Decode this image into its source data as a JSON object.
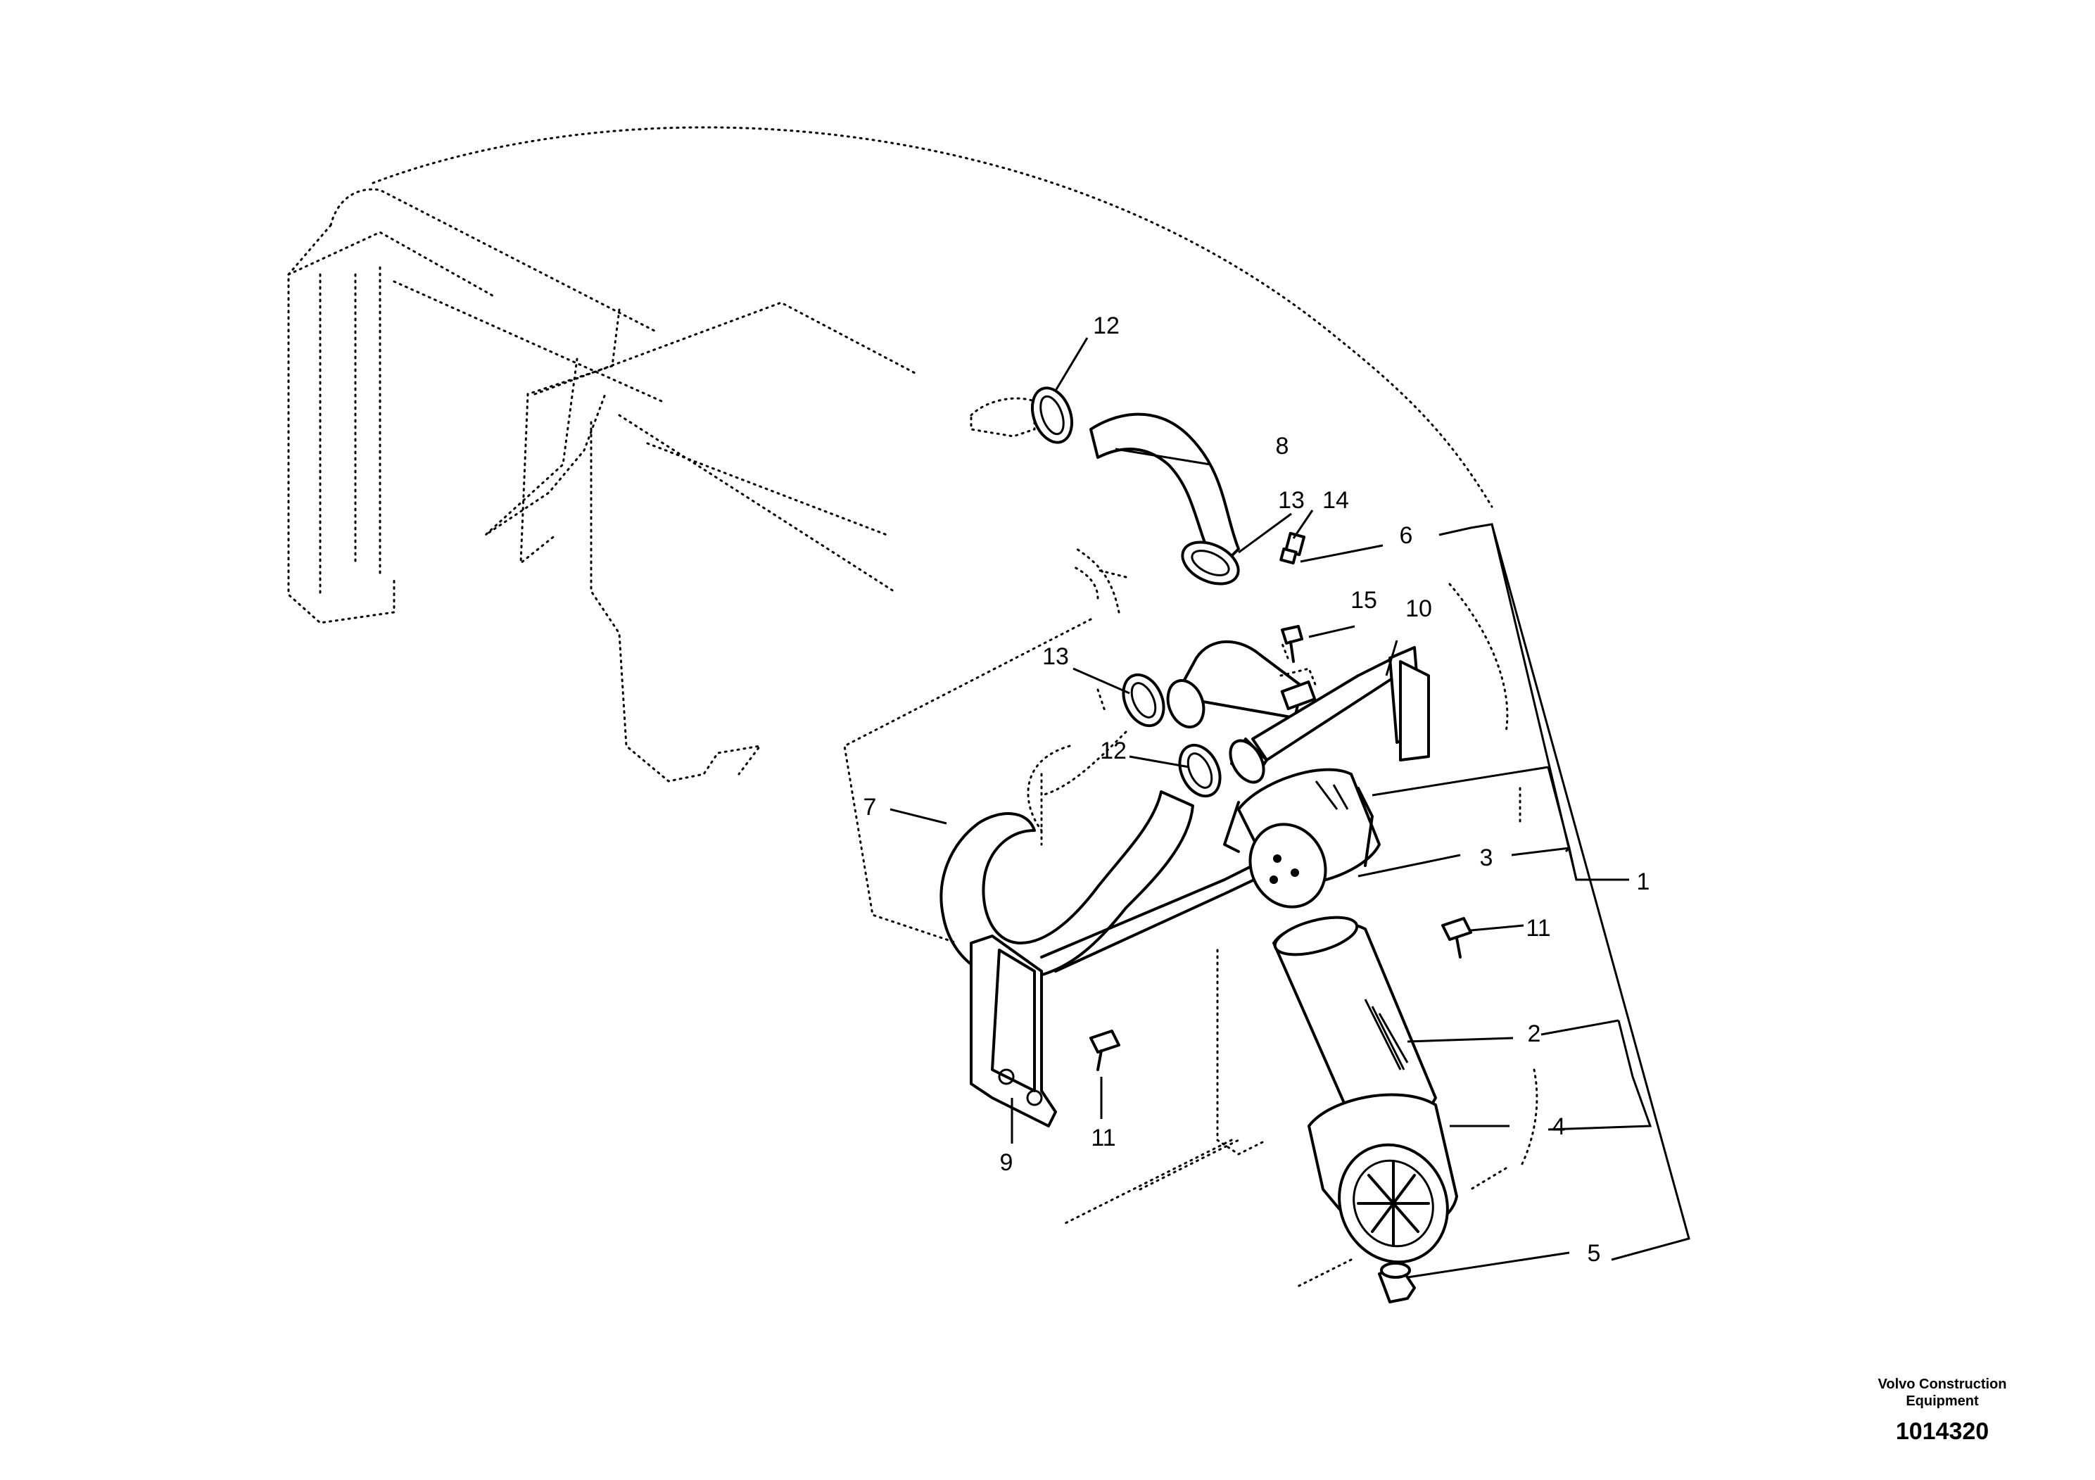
{
  "callouts": {
    "c1": "1",
    "c2": "2",
    "c3": "3",
    "c4": "4",
    "c5": "5",
    "c6": "6",
    "c7": "7",
    "c8": "8",
    "c9": "9",
    "c10": "10",
    "c11a": "11",
    "c11b": "11",
    "c12a": "12",
    "c12b": "12",
    "c13a": "13",
    "c13b": "13",
    "c14": "14",
    "c15": "15"
  },
  "footer": {
    "company_line1": "Volvo Construction",
    "company_line2": "Equipment",
    "drawing_number": "1014320"
  }
}
